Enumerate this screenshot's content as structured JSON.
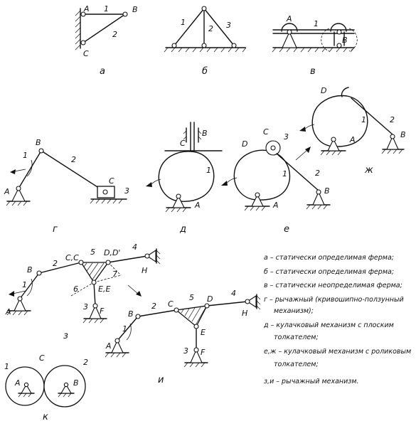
{
  "panels": {
    "a": {
      "caption": "а",
      "labels": {
        "A": "A",
        "B": "B",
        "C": "C",
        "n1": "1",
        "n2": "2"
      }
    },
    "b": {
      "caption": "б",
      "labels": {
        "n1": "1",
        "n2": "2",
        "n3": "3"
      }
    },
    "v": {
      "caption": "в",
      "labels": {
        "A": "A",
        "B": "B",
        "n1": "1"
      }
    },
    "g": {
      "caption": "г",
      "labels": {
        "A": "A",
        "B": "B",
        "C": "C",
        "n1": "1",
        "n2": "2",
        "n3": "3"
      }
    },
    "d": {
      "caption": "д",
      "labels": {
        "A": "A",
        "B": "B",
        "C": "C",
        "n1": "1"
      }
    },
    "e": {
      "caption": "е",
      "labels": {
        "A": "A",
        "B": "B",
        "C": "C",
        "D": "D",
        "n1": "1",
        "n2": "2",
        "n3": "3"
      }
    },
    "zh": {
      "caption": "ж",
      "labels": {
        "A": "A",
        "B": "B",
        "D": "D",
        "n1": "1",
        "n2": "2"
      }
    },
    "z": {
      "caption": "з",
      "labels": {
        "A": "A",
        "B": "B",
        "CC": "C,C",
        "DD": "D,D'",
        "EE": "E,E",
        "F": "F",
        "H": "H",
        "n1": "1",
        "n2": "2",
        "n3": "3",
        "n4": "4",
        "n5": "5",
        "n6": "6",
        "n7": "7"
      }
    },
    "i": {
      "caption": "и",
      "labels": {
        "A": "A",
        "B": "B",
        "C": "C",
        "D": "D",
        "E": "E",
        "F": "F",
        "H": "H",
        "n1": "1",
        "n2": "2",
        "n3": "3",
        "n4": "4",
        "n5": "5"
      }
    },
    "k": {
      "caption": "к",
      "labels": {
        "A": "A",
        "B": "B",
        "C": "C",
        "n1": "1",
        "n2": "2"
      }
    }
  },
  "legend": [
    "а – статически определимая ферма;",
    "б – статически определимая ферма;",
    "в – статически неопределимая ферма;",
    "г – рычажный (кривошипно-ползунный",
    "механизм);",
    "д – кулачковый механизм с плоским",
    "толкателем;",
    "е,ж – кулачковый механизм с роликовым",
    "толкателем;",
    "з,и – рычажный механизм."
  ]
}
